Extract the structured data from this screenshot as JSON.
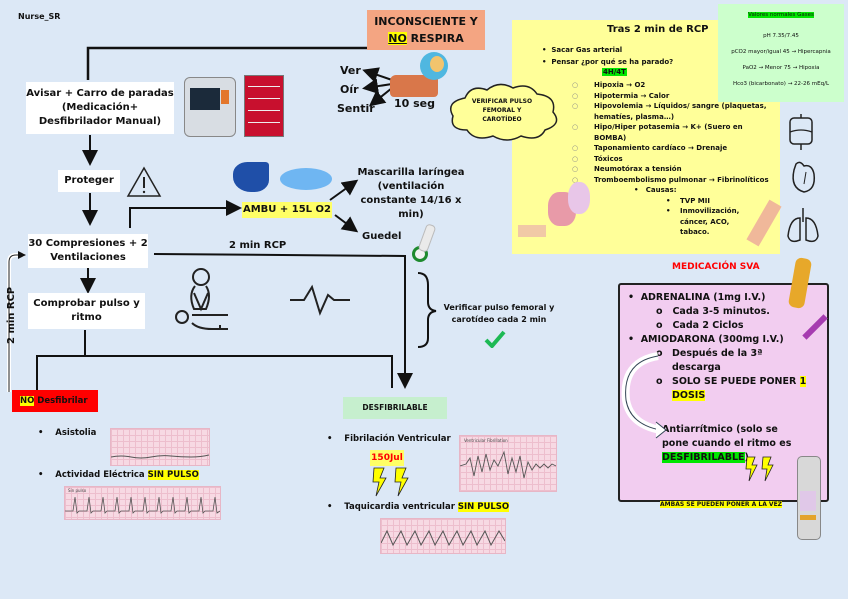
{
  "author": "Nurse_SR",
  "colors": {
    "background": "#dce8f6",
    "start_box": "#f4a582",
    "yellow_panel": "#ffff99",
    "green_panel": "#ccffcc",
    "no_defib": "#ff0000",
    "defib": "#c6efce",
    "med_panel": "#f2cdf0",
    "highlight_yellow": "#ffff00",
    "highlight_green": "#00e600",
    "red_title": "#ff0000"
  },
  "start": {
    "line1": "INCONSCIENTE Y",
    "no": "NO",
    "line2_rest": " RESPIRA"
  },
  "senses": {
    "ver": "Ver",
    "oir": "Oír",
    "sentir": "Sentir",
    "time": "10 seg"
  },
  "flow": {
    "avisar": "Avisar + Carro de paradas (Medicación+ Desfibrilador Manual)",
    "proteger": "Proteger",
    "compresiones": "30 Compresiones + 2 Ventilaciones",
    "comprobar": "Comprobar pulso y ritmo",
    "loop_label": "2 min RCP",
    "rcp_label": "2 min RCP"
  },
  "airway": {
    "ambu": "AMBU + 15L O2",
    "mascarilla": "Mascarilla laríngea (ventilación constante 14/16 x min)",
    "guedel": "Guedel"
  },
  "cloud": {
    "text": "VERIFICAR PULSO FEMORAL Y CAROTÍDEO"
  },
  "verify": {
    "text": "Verificar pulso femoral y carotídeo cada 2 min"
  },
  "after_rcp": {
    "title": "Tras 2 min de RCP",
    "bullets": [
      "Sacar Gas arterial",
      "Pensar ¿por qué se ha parado?"
    ],
    "badge": "4H/4T",
    "causes": [
      "Hipoxia → O2",
      "Hipotermia → Calor",
      "Hipovolemia → Líquidos/ sangre (plaquetas, hematíes, plasma…)",
      "Hipo/Hiper potasemia → K+ (Suero en BOMBA)",
      "Taponamiento cardíaco → Drenaje",
      "Tóxicos",
      "Neumotórax a tensión",
      "Tromboembolismo pulmonar → Fibrinolíticos"
    ],
    "sub_label": "Causas:",
    "sub_causes": [
      "TVP MII",
      "Inmovilización, cáncer, ACO, tabaco."
    ]
  },
  "gases": {
    "title": "Valores normales Gases",
    "rows": [
      "pH 7.35/7.45",
      "pCO2 mayor/igual 45 → Hipercapnia",
      "PaO2 → Menor 75 → Hipoxia",
      "Hco3 (bicarbonato) → 22-26 mEq/L"
    ]
  },
  "no_defib": {
    "no": "NO",
    "label": " Desfibrilar",
    "items": [
      {
        "label": "Asistolia"
      },
      {
        "label": "Actividad Eléctrica ",
        "highlight": "SIN PULSO",
        "strip_label": "Sin pulso"
      }
    ]
  },
  "defib": {
    "label": "DESFIBRILABLE",
    "items": [
      {
        "label": "Fibrilación Ventricular",
        "strip_label": "Ventricular Fibrillation"
      },
      {
        "label": "Taquicardia ventricular ",
        "highlight": "SIN PULSO"
      }
    ],
    "energy": "150Jul"
  },
  "meds": {
    "title": "MEDICACIÓN SVA",
    "adrenalina": "ADRENALINA (1mg I.V.)",
    "adr_sub1": "Cada 3-5 minutos.",
    "adr_sub2_pre": "Cada ",
    "adr_sub2_bold": "2 Ciclos",
    "amiodarona": "AMIODARONA (300mg I.V.)",
    "amio_sub1": "Después de la 3ª descarga",
    "amio_sub2": "SOLO SE PUEDE PONER ",
    "amio_sub2_hl": "1 DOSIS",
    "antiarr": "Antiarrítmico (solo se pone cuando el ritmo es ",
    "antiarr_hl": "DESFIBRILABLE",
    "antiarr_end": ")",
    "footer": "AMBAS SE PUEDEN PONER A LA VEZ"
  }
}
